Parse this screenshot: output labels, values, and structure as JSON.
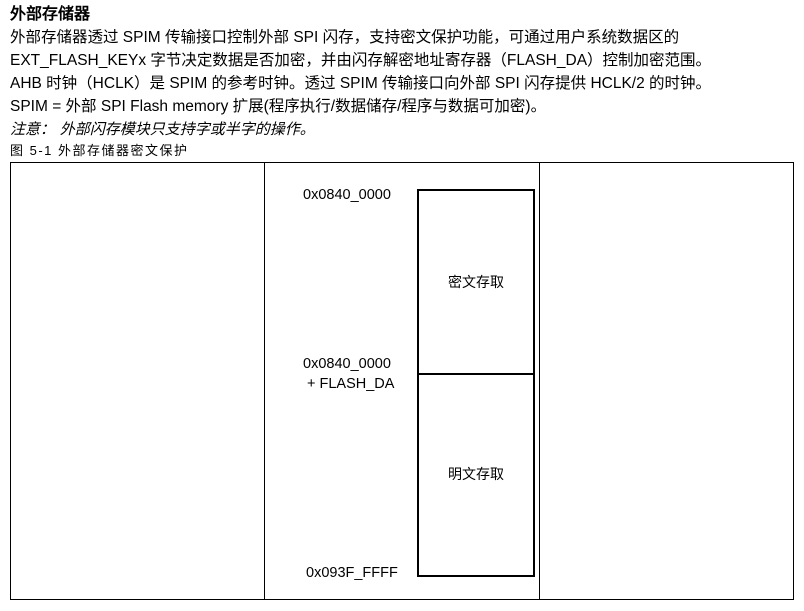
{
  "section": {
    "heading": "外部存储器",
    "paragraph_lines": [
      "外部存储器透过  SPIM  传输接口控制外部  SPI  闪存，支持密文保护功能，可通过用户系统数据区的",
      "EXT_FLASH_KEYx 字节决定数据是否加密，并由闪存解密地址寄存器（FLASH_DA）控制加密范围。",
      "AHB 时钟（HCLK）是 SPIM 的参考时钟。透过 SPIM 传输接口向外部 SPI 闪存提供 HCLK/2 的时钟。",
      "SPIM  =  外部 SPI Flash memory 扩展(程序执行/数据储存/程序与数据可加密)。"
    ],
    "note": "注意：   外部闪存模块只支持字或半字的操作。"
  },
  "figure": {
    "caption": "图  5-1  外部存储器密文保护",
    "regions": [
      {
        "label": "密文存取"
      },
      {
        "label": "明文存取"
      }
    ],
    "addresses": {
      "start": "0x0840_0000",
      "boundary_line1": "0x0840_0000",
      "boundary_line2": "+ FLASH_DA",
      "end": "0x093F_FFFF"
    }
  }
}
